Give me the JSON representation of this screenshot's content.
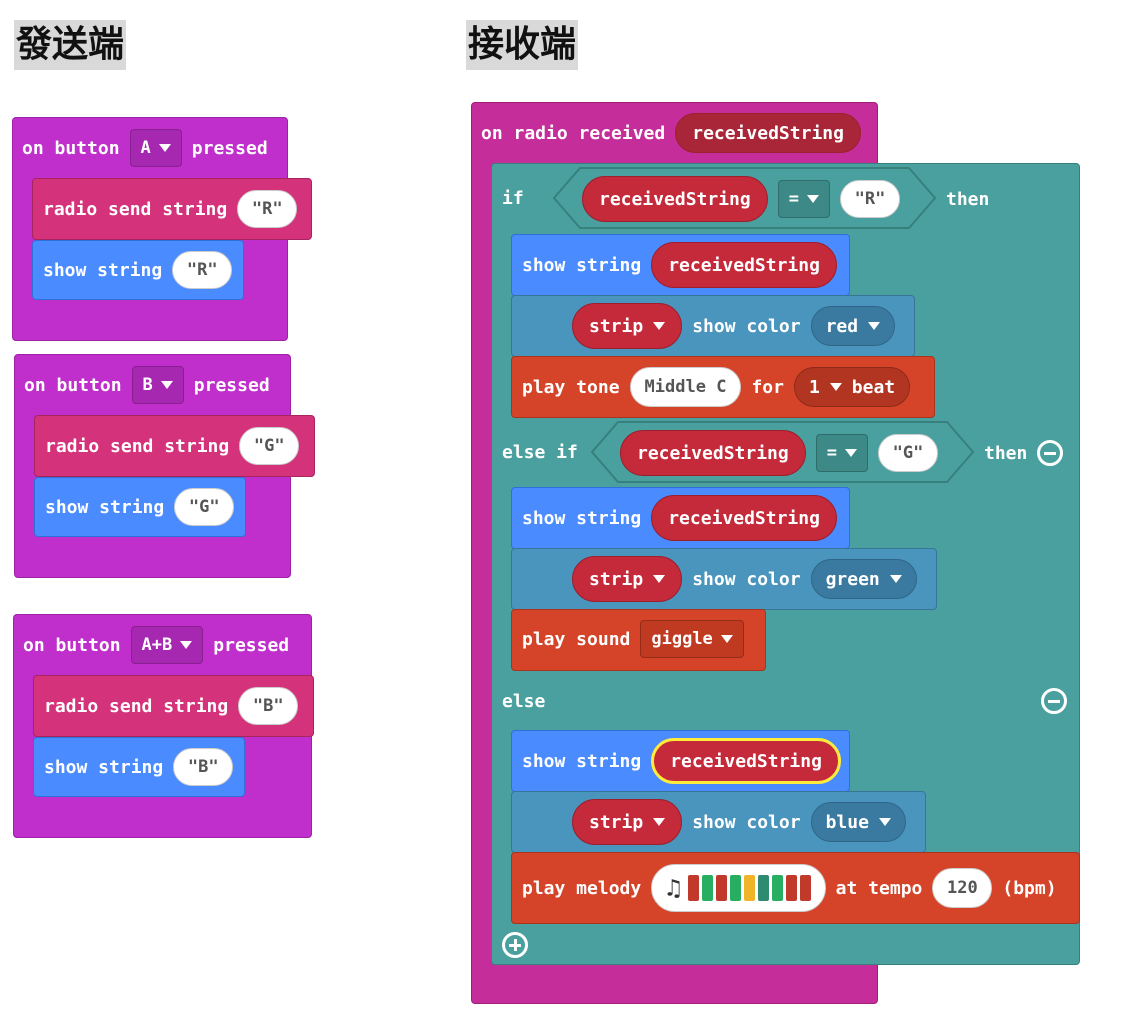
{
  "headings": {
    "sender": "發送端",
    "receiver": "接收端"
  },
  "sender": {
    "blocks": [
      {
        "event_prefix": "on button",
        "button": "A",
        "event_suffix": "pressed",
        "radio_label": "radio send string",
        "radio_value": "\"R\"",
        "show_label": "show string",
        "show_value": "\"R\""
      },
      {
        "event_prefix": "on button",
        "button": "B",
        "event_suffix": "pressed",
        "radio_label": "radio send string",
        "radio_value": "\"G\"",
        "show_label": "show string",
        "show_value": "\"G\""
      },
      {
        "event_prefix": "on button",
        "button": "A+B",
        "event_suffix": "pressed",
        "radio_label": "radio send string",
        "radio_value": "\"B\"",
        "show_label": "show string",
        "show_value": "\"B\""
      }
    ]
  },
  "receiver": {
    "event_label": "on radio received",
    "event_var": "receivedString",
    "if_label": "if",
    "then_label": "then",
    "elseif_label": "else if",
    "else_label": "else",
    "op": "=",
    "branches": [
      {
        "compare_var": "receivedString",
        "compare_value": "\"R\"",
        "show_label": "show string",
        "show_var": "receivedString",
        "strip_label": "strip",
        "show_color_label": "show color",
        "color": "red",
        "tone_label": "play tone",
        "tone_note": "Middle C",
        "for_label": "for",
        "beat_count": "1",
        "beat_label": "beat"
      },
      {
        "compare_var": "receivedString",
        "compare_value": "\"G\"",
        "show_label": "show string",
        "show_var": "receivedString",
        "strip_label": "strip",
        "show_color_label": "show color",
        "color": "green",
        "sound_label": "play sound",
        "sound": "giggle"
      },
      {
        "show_label": "show string",
        "show_var": "receivedString",
        "strip_label": "strip",
        "show_color_label": "show color",
        "color": "blue",
        "melody_label": "play melody",
        "tempo_label": "at tempo",
        "tempo": "120",
        "bpm_label": "(bpm)",
        "melody_colors": [
          "#c0392b",
          "#27ae60",
          "#c0392b",
          "#27ae60",
          "#f0b429",
          "#2e8b6f",
          "#27ae60",
          "#c0392b",
          "#c0392b"
        ]
      }
    ]
  },
  "colors": {
    "radio_event": "#c52e9a",
    "button_event": "#c02fcb",
    "radio_send": "#d4337b",
    "basic": "#4a8cff",
    "logic": "#4aa09e",
    "neopixel": "#4a95bd",
    "music": "#d54429",
    "variable": "#c52a3b",
    "selected_outline": "#ffeb3b"
  }
}
